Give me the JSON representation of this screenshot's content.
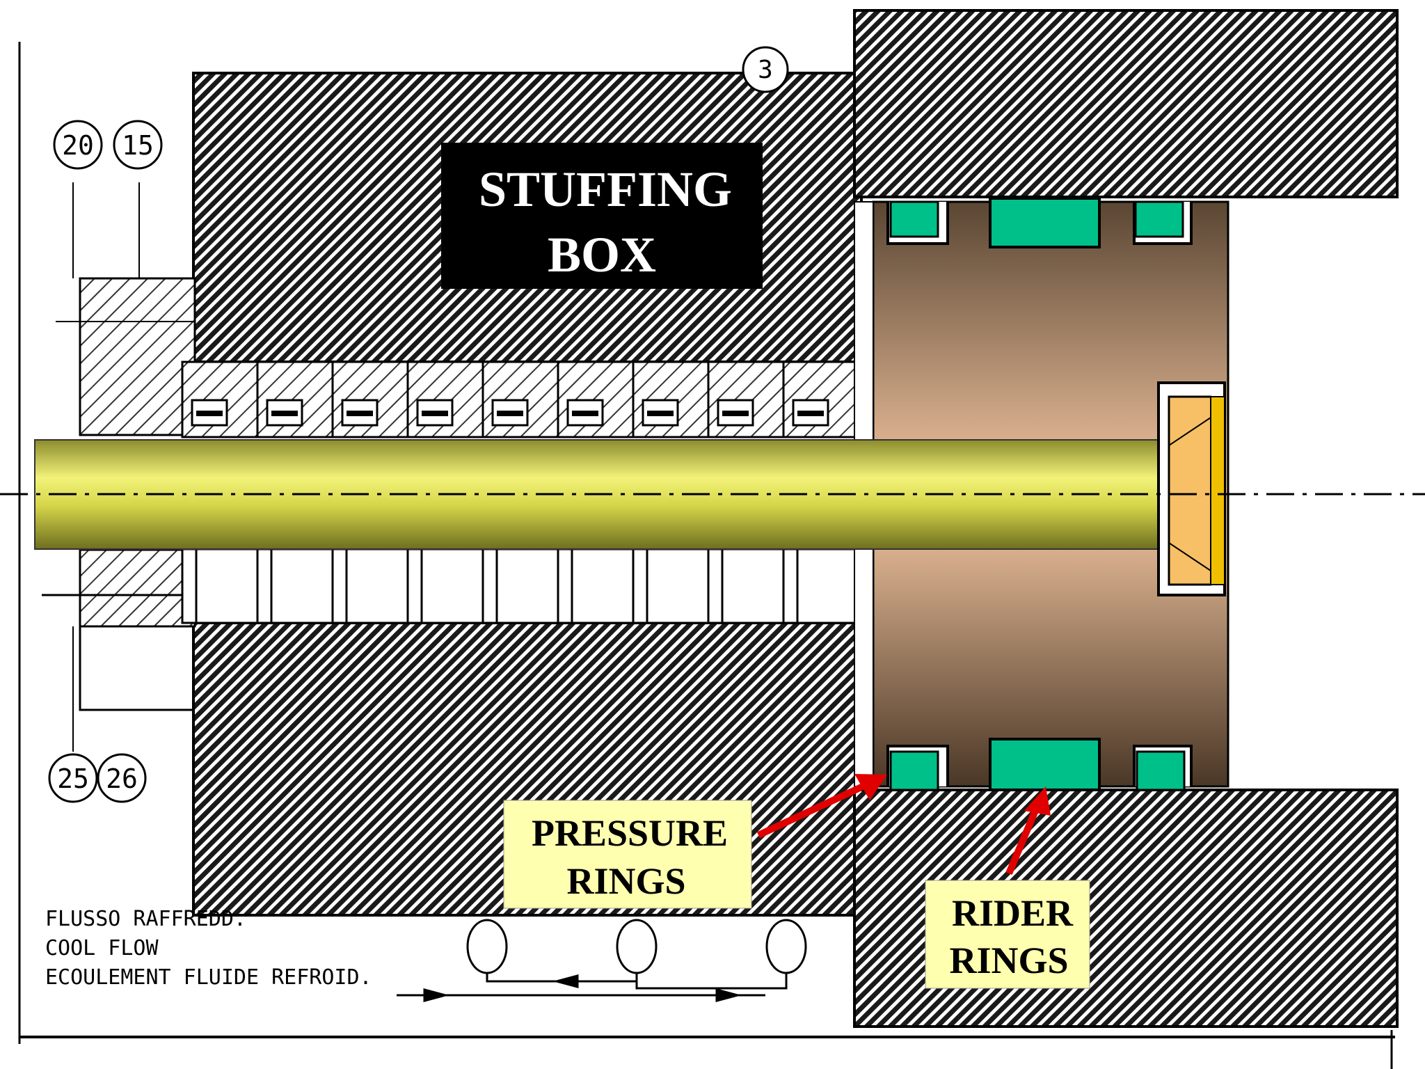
{
  "labels": {
    "stuffing_box_line1": "STUFFING",
    "stuffing_box_line2": "BOX",
    "pressure_rings_line1": "PRESSURE",
    "pressure_rings_line2": "RINGS",
    "rider_rings_line1": "RIDER",
    "rider_rings_line2": "RINGS"
  },
  "callouts": {
    "c20": "20",
    "c15": "15",
    "c25": "25",
    "c26": "26",
    "c3": "3"
  },
  "legend": {
    "line1": "FLUSSO RAFFREDD.",
    "line2": "COOL FLOW",
    "line3": "ECOULEMENT FLUIDE REFROID."
  },
  "colors": {
    "hatch": "#1a1a1a",
    "rod": "#d6d64a",
    "piston": "#b48a66",
    "ring": "#00c08a",
    "label_box": "#ffffb0",
    "arrow": "#e00000",
    "nut": "#f7c066"
  }
}
